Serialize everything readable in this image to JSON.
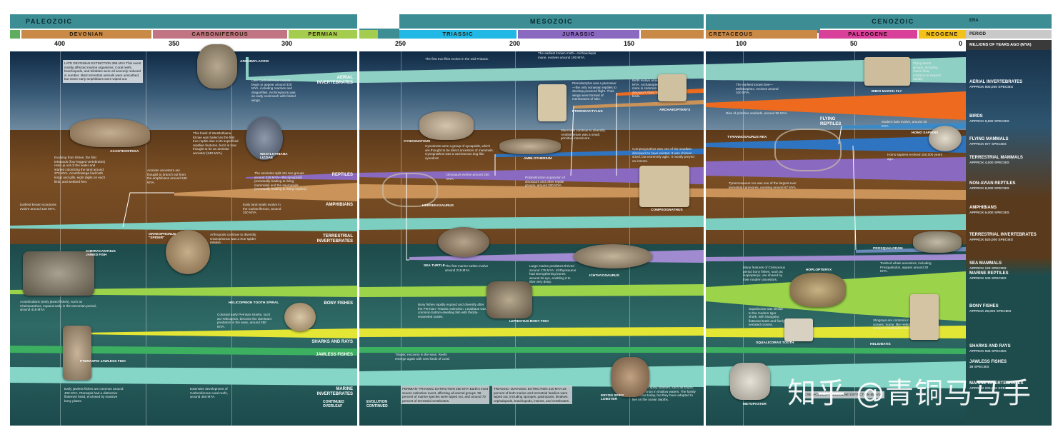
{
  "eras": {
    "paleozoic": "PALEOZOIC",
    "mesozoic": "MESOZOIC",
    "cenozoic": "CENOZOIC",
    "era_label": "ERA",
    "period_label": "PERIOD",
    "mya_label": "MILLIONS OF YEARS AGO (MYA)"
  },
  "periods": {
    "devonian": "DEVONIAN",
    "carboniferous": "CARBONIFEROUS",
    "permian": "PERMIAN",
    "triassic": "TRIASSIC",
    "jurassic": "JURASSIC",
    "cretaceous": "CRETACEOUS",
    "paleogene": "PALEOGENE",
    "neogene": "NEOGENE"
  },
  "ticks": {
    "t400": "400",
    "t350": "350",
    "t300": "300",
    "t250": "250",
    "t200": "200",
    "t150": "150",
    "t100": "100",
    "t50": "50",
    "t0": "0"
  },
  "band_labels": {
    "aerial": "AERIAL INVERTEBRATES",
    "reptiles": "REPTILES",
    "amphibians": "AMPHIBIANS",
    "terrestrial": "TERRESTRIAL INVERTEBRATES",
    "bony": "BONY FISHES",
    "sharks": "SHARKS AND RAYS",
    "jawless": "JAWLESS FISHES",
    "marine": "MARINE INVERTEBRATES",
    "flying_reptiles": "FLYING REPTILES"
  },
  "legend": [
    {
      "name": "AERIAL INVERTEBRATES",
      "count": "APPROX 500,000 SPECIES"
    },
    {
      "name": "BIRDS",
      "count": "APPROX 9,500 SPECIES"
    },
    {
      "name": "FLYING MAMMALS",
      "count": "APPROX 977 SPECIES"
    },
    {
      "name": "TERRESTRIAL MAMMALS",
      "count": "APPROX 4,000 SPECIES"
    },
    {
      "name": "NON-AVIAN REPTILES",
      "count": "APPROX 8,000 SPECIES"
    },
    {
      "name": "AMPHIBIANS",
      "count": "APPROX 6,000 SPECIES"
    },
    {
      "name": "TERRESTRIAL INVERTEBRATES",
      "count": "APPROX 520,000 SPECIES"
    },
    {
      "name": "SEA MAMMALS",
      "count": "APPROX 120 SPECIES"
    },
    {
      "name": "MARINE REPTILES",
      "count": "APPROX 100 SPECIES"
    },
    {
      "name": "BONY FISHES",
      "count": "APPROX 28,000 SPECIES"
    },
    {
      "name": "SHARKS AND RAYS",
      "count": "APPROX 935 SPECIES"
    },
    {
      "name": "JAWLESS FISHES",
      "count": "38 SPECIES"
    },
    {
      "name": "MARINE INVERTEBRATES",
      "count": "APPROX 200,000 SPECIES"
    }
  ],
  "fossils": {
    "archimylacris": "ARCHIMYLACRIS",
    "acanthostega": "ACANTHOSTEGA",
    "westlothiana": "WESTLOTHIANA LIZZIAE",
    "graeophonus": "GRAEOPHONUS \"SPIDER\"",
    "cheirolepis": "CHEIRACANTHUS JAWED FISH",
    "helicoprion": "HELICOPRION TOOTH SPIRAL",
    "pteraspis": "PTERASPIS JAWLESS FISH",
    "cynognathus": "CYNOGNATHUS",
    "amblotherium": "AMBLOTHERIUM",
    "pterodactylus": "PTERODACTYLUS",
    "archaeopteryx": "ARCHAEOPTERYX",
    "herrerasaurus": "HERRERASAURUS",
    "compsognathus": "COMPSOGNATHUS",
    "sea_turtle": "SEA TURTLE",
    "ichthyosaurus": "ICHTHYOSAURUS",
    "lepidotus": "LEPIDOTUS BONY FISH",
    "eryon": "ERYON SPINY LOBSTER",
    "tyrannosaurus": "TYRANNOSAURUS REX",
    "bibio": "BIBIO MARCH FLY",
    "homo": "HOMO SAPIENS",
    "prosqualodon": "PROSQUALODON",
    "hoplopteryx": "HOPLOPTERYX",
    "squalicorax": "SQUALICORAX TOOTH",
    "heliobatis": "HELIOBATIS",
    "metopaster": "METOPASTER"
  },
  "notes": {
    "late_devonian": "LATE DEVONIAN EXTINCTION 365 MYA This event mostly affected marine organisms. Coral reefs, brachiopods, and trilobites were all severely reduced in number. Most terrestrial animals were unscathed, but some early amphibians were wiped out.",
    "tetrapods": "Evolving from fishes, the first tetrapods (four-legged vertebrates) rose up out of the water and started colonizing the land around 370 MYA. Acanthostega had both lungs and gills, eight digits on each limb, and webbed feet.",
    "scorpions": "Earliest known scorpions evolve around 418 MYA.",
    "acanthodians": "Acanthodians (early jawed fishes), such as Cheiracanthus, expand early in the Devonian period, around 416 MYA.",
    "jawless_early": "Early jawless fishes are common around 400 MYA. Pteraspis had a distinctive flattened head, enclosed by massive bony plates.",
    "insects": "Late Carboniferous insects begin to appear around 320 MYA, including roaches and dragonflies. Archimylacris was an early cockroach with folded wings.",
    "westlothiana": "This fossil of Westlothiana lizziae was hailed as the first true reptile due to its superficial reptilian features, but it is now thought to be an amniote ancestor (340 MYA).",
    "amniote": "Amniote ancestors are thought to branch out from the amphibians around 340 MYA.",
    "amniotes_split": "The amniotes split into two groups around 315 MYA—the synapsids (eventually leading to living mammals) and the sauropsids (eventually leading to living reptiles).",
    "land_snails": "Early land snails evolve in the Carboniferous, around 320 MYA.",
    "arthropods": "Arthropods continue to diversify. Graeophonus was a true spider relative.",
    "permian_fishes": "Colossal early Permian sharks, such as Helicoprion, become the dominant predators in the seas, around 290 MYA.",
    "reefs": "Extensive development of Carboniferous coral reefs, around 350 MYA.",
    "flies": "The first true flies evolve in the mid-Triassic.",
    "moth": "The earliest known moth—Archaeolepis mane, evolves around 190 MYA.",
    "pterodactylus": "Pterodactylus was a pterosaur—the only nonavian reptiles to develop powered flight. Their wings were formed of membranes of skin.",
    "birds": "Birds evolve around 150 MYA. Archaeopteryx had more in common with dinosaurs than modern birds.",
    "cynodonts": "Cynodonts were a group of synapsids, which are thought to be direct ancestors of mammals. Cynognathus was a carnivorous dog-like cynodont.",
    "mammals": "Mammals continue to diversify. Amblotherium was a small, primitive insectivore.",
    "compsognathus": "Compsognathus was one of the smallest dinosaurs to have existed. It was chicken sized, but extremely agile. It mostly preyed on insects.",
    "dinosaurs": "Dinosaurs evolve around 230 MYA.",
    "postextinction": "Postextinction expansion of dinosaurs and other reptile groups, around 200 MYA.",
    "sea_turtle": "The first marine turtles evolve around 215 MYA.",
    "ichthyosaur": "Large marine predators thrived around 175 MYA. Ichthyosaurus had strengthening bones around its eye, enabling it to dive very deep.",
    "bony_triassic": "Bony fishes rapidly expand and diversify after the Permian–Triassic extinction. Lepidotus was a common bottom-dwelling fish with thickly-enameled scales.",
    "triassic_recovery": "Triassic recovery in the seas. Reefs emerge again with new kinds of coral.",
    "permian_triassic": "PERMIAN–TRIASSIC EXTINCTION 250 MYA Earth's most severe extinction event, affecting all animal groups. 96 percent of marine species were wiped out, and around 70 percent of terrestrial vertebrates.",
    "triassic_jurassic": "TRIASSIC–JURASSIC EXTINCTION 210 MYA 23 percent of both marine and terrestrial families were wiped out, including sponges, gastropods, bivalves, cephalopods, brachiopods, insects, and vertebrates.",
    "lobsters": "Cretaceous spiny lobsters, such as Eryon, were common in shallow waters. The family still exists today, but they have adapted to live on the ocean depths.",
    "bees": "The earliest known bee—Melittosphex, evolves around 100 MYA.",
    "march_fly": "Flying insect groups, including march flies, continue to expand rapidly.",
    "seabirds": "Rise of primitive seabirds, around 95 MYA.",
    "bats": "Modern bats evolve, around 40 MYA.",
    "homo": "Homo sapiens evolved 150,000 years ago.",
    "trex": "Tyrannosaurus rex was one of the largest-ever terrestrial carnivores, evolving around 67 MYA.",
    "whales": "Toothed whale ancestors, including Prosqualodon, appear around 30 MYA.",
    "bony_cret": "Many features of Cretaceous period bony fishes, such as Hoplopteryx, are shared by their modern ancestors.",
    "squalicorax": "Squalicorax was similar to the modern tiger shark, with triangular, flattened teeth and finely serrated crowns.",
    "stingrays": "Stingrays are common in the oceans. Some, like Heliobatis, turned to freshwater rivers.",
    "kt": "CRETACEOUS–PALEOGENE EXTINCTION 65 MYA",
    "overleaf": "CONTINUED OVERLEAF",
    "evolution": "EVOLUTION CONTINUED"
  },
  "watermark": "知乎 @青铜马马手",
  "colors": {
    "aerial": "#8fd0c4",
    "birds": "#ee6a1e",
    "flying_mammals": "#3a8ac8",
    "terr_mammals": "#2f74c0",
    "reptiles": "#8a6ac0",
    "amphibians": "#c9935a",
    "terrestrial": "#7ccfc0",
    "sea_mammals": "#6a8ab8",
    "marine_reptiles": "#a08ad0",
    "bony": "#9bd44a",
    "sharks": "#e4e636",
    "jawless": "#3cb060",
    "marine": "#86d6c8"
  }
}
